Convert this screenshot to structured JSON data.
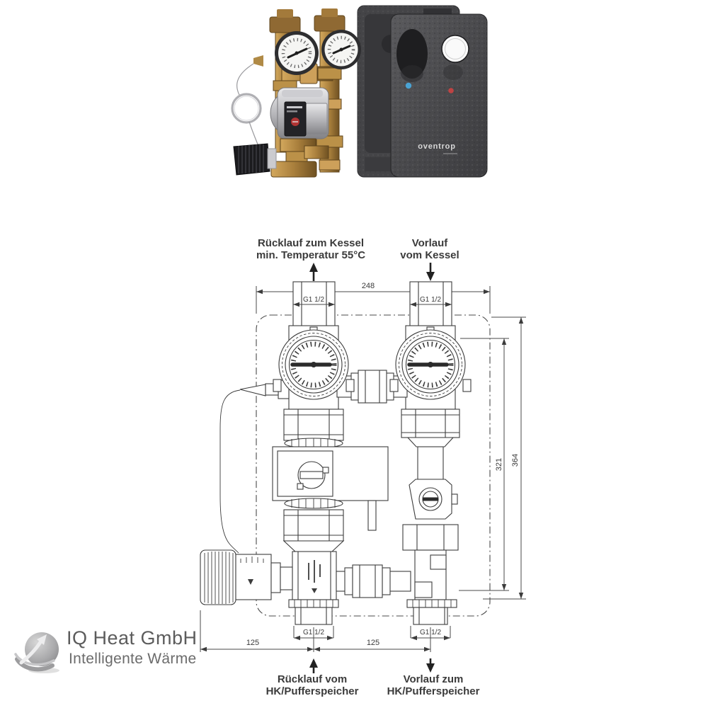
{
  "photo": {
    "brand": "oventrop",
    "led_blue_color": "#4aa3d4",
    "led_red_color": "#bf4343"
  },
  "drawing": {
    "dims": {
      "overall_width": "248",
      "inner_height": "321",
      "overall_height": "364",
      "offset_left": "125",
      "port_spacing": "125"
    },
    "threads": {
      "top_left": "G1 1/2",
      "top_right": "G1 1/2",
      "bottom_left": "G1 1/2",
      "bottom_right": "G1 1/2"
    },
    "labels": {
      "top_left": {
        "line1": "Rücklauf zum Kessel",
        "line2": "min. Temperatur 55°C"
      },
      "top_right": {
        "line1": "Vorlauf",
        "line2": "vom Kessel"
      },
      "bottom_left": {
        "line1": "Rücklauf vom",
        "line2": "HK/Pufferspeicher"
      },
      "bottom_right": {
        "line1": "Vorlauf zum",
        "line2": "HK/Pufferspeicher"
      }
    }
  },
  "watermark": {
    "company": "IQ Heat GmbH",
    "tagline": "Intelligente Wärme"
  }
}
